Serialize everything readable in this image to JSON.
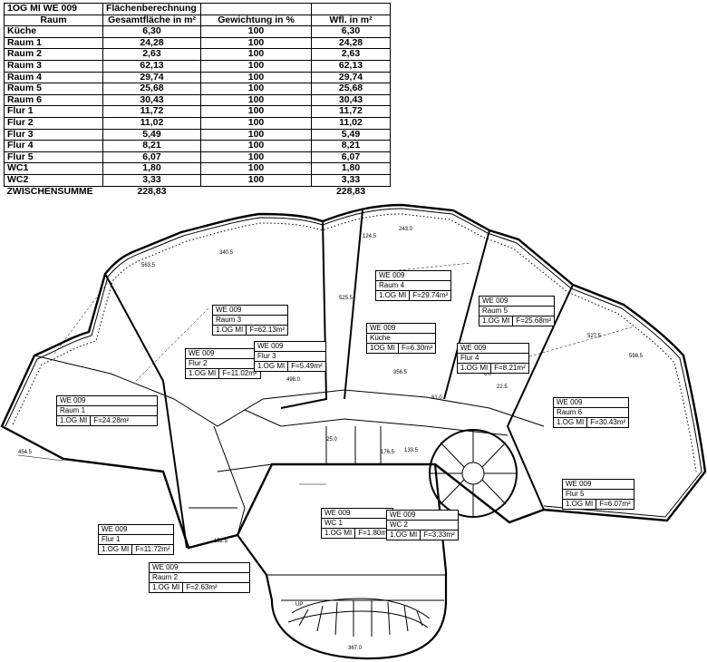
{
  "table": {
    "title_left": "1OG MI WE 009",
    "title_right": "Flächenberechnung",
    "headers": [
      "Raum",
      "Gesamtfläche in m²",
      "Gewichtung in %",
      "Wfl. in m²"
    ],
    "rows": [
      [
        "Küche",
        "6,30",
        "100",
        "6,30"
      ],
      [
        "Raum 1",
        "24,28",
        "100",
        "24,28"
      ],
      [
        "Raum 2",
        "2,63",
        "100",
        "2,63"
      ],
      [
        "Raum 3",
        "62,13",
        "100",
        "62,13"
      ],
      [
        "Raum 4",
        "29,74",
        "100",
        "29,74"
      ],
      [
        "Raum 5",
        "25,68",
        "100",
        "25,68"
      ],
      [
        "Raum 6",
        "30,43",
        "100",
        "30,43"
      ],
      [
        "Flur 1",
        "11,72",
        "100",
        "11,72"
      ],
      [
        "Flur 2",
        "11,02",
        "100",
        "11,02"
      ],
      [
        "Flur 3",
        "5,49",
        "100",
        "5,49"
      ],
      [
        "Flur 4",
        "8,21",
        "100",
        "8,21"
      ],
      [
        "Flur 5",
        "6,07",
        "100",
        "6,07"
      ],
      [
        "WC1",
        "1,80",
        "100",
        "1,80"
      ],
      [
        "WC2",
        "3,33",
        "100",
        "3,33"
      ]
    ],
    "sum_label": "ZWISCHENSUMME",
    "sum_total": "228,83",
    "sum_weighted": "228,83"
  },
  "room_labels": [
    {
      "unit": "WE 009",
      "room": "Raum 1",
      "floor": "1.OG MI",
      "area": "F=24.28m²"
    },
    {
      "unit": "WE 009",
      "room": "Raum 2",
      "floor": "1.OG MI",
      "area": "F=2.63m²"
    },
    {
      "unit": "WE 009",
      "room": "Raum 3",
      "floor": "1.OG MI",
      "area": "F=62.13m²"
    },
    {
      "unit": "WE 009",
      "room": "Raum 4",
      "floor": "1.OG MI",
      "area": "F=29.74m²"
    },
    {
      "unit": "WE 009",
      "room": "Raum 5",
      "floor": "1.OG MI",
      "area": "F=25.68m²"
    },
    {
      "unit": "WE 009",
      "room": "Raum 6",
      "floor": "1.OG MI",
      "area": "F=30.43m²"
    },
    {
      "unit": "WE 009",
      "room": "Küche",
      "floor": "1OG MI",
      "area": "F=6.30m²"
    },
    {
      "unit": "WE 009",
      "room": "Flur 1",
      "floor": "1.OG MI",
      "area": "F=11.72m²"
    },
    {
      "unit": "WE 009",
      "room": "Flur 2",
      "floor": "1.OG MI",
      "area": "F=11.02m²"
    },
    {
      "unit": "WE 009",
      "room": "Flur 3",
      "floor": "1.OG MI",
      "area": "F=5.49m²"
    },
    {
      "unit": "WE 009",
      "room": "Flur 4",
      "floor": "1.OG MI",
      "area": "F=8.21m²"
    },
    {
      "unit": "WE 009",
      "room": "Flur 5",
      "floor": "1.OG MI",
      "area": "F=6.07m²"
    },
    {
      "unit": "WE 009",
      "room": "WC 1",
      "floor": "1.OG MI",
      "area": "F=1.80m²"
    },
    {
      "unit": "WE 009",
      "room": "WC 2",
      "floor": "1.OG MI",
      "area": "F=3.33m²"
    }
  ],
  "dimensions": [
    "454.5",
    "563.5",
    "340.5",
    "124.5",
    "243.0",
    "525.5",
    "498.0",
    "356.5",
    "598.5",
    "527.5",
    "152.5",
    "367.0",
    "176.5",
    "133.5",
    "25.0",
    "81.0",
    "22.5",
    "6.0"
  ],
  "stair_label": "UP"
}
